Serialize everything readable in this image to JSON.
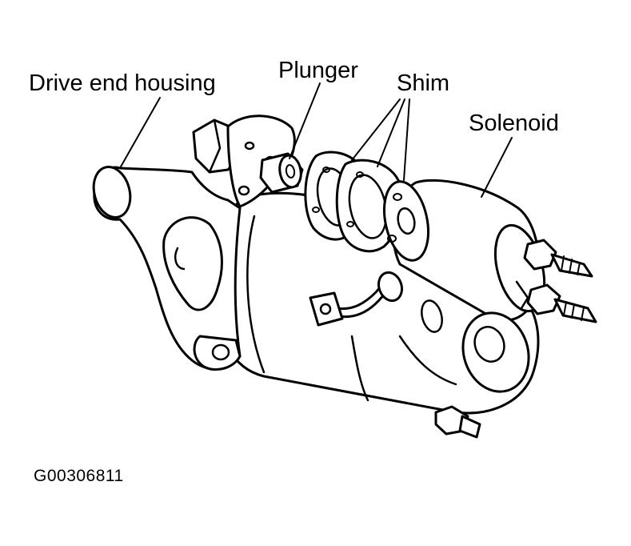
{
  "labels": {
    "drive_end_housing": "Drive end housing",
    "plunger": "Plunger",
    "shim": "Shim",
    "solenoid": "Solenoid"
  },
  "figure_id": "G00306811",
  "colors": {
    "ink": "#000000",
    "paper": "#ffffff"
  }
}
